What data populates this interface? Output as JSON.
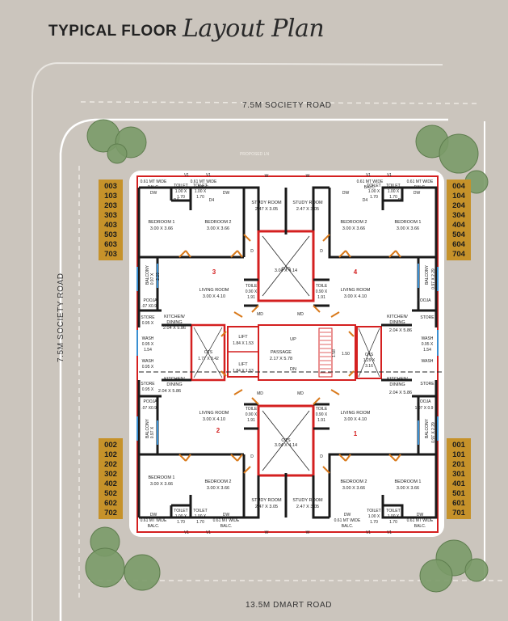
{
  "title": {
    "main": "TYPICAL FLOOR",
    "script": "Layout Plan"
  },
  "roads": {
    "top": "7.5M SOCIETY ROAD",
    "left": "7.5M SOCIETY ROAD",
    "bottom": "13.5M DMART ROAD"
  },
  "units_left_top": [
    "003",
    "103",
    "203",
    "303",
    "403",
    "503",
    "603",
    "703"
  ],
  "units_right_top": [
    "004",
    "104",
    "204",
    "304",
    "404",
    "504",
    "604",
    "704"
  ],
  "units_left_bottom": [
    "002",
    "102",
    "202",
    "302",
    "402",
    "502",
    "602",
    "702"
  ],
  "units_right_bottom": [
    "001",
    "101",
    "201",
    "301",
    "401",
    "501",
    "601",
    "701"
  ],
  "flat_numbers": {
    "tl": "3",
    "tr": "4",
    "bl": "2",
    "br": "1"
  },
  "rooms": {
    "balc_name": "0.61 MT WIDE",
    "balc_suffix": "BALC.",
    "toilet_name": "TOILET",
    "toilet_w": "1.00 X",
    "toilet_h": "1.70",
    "dw": "DW",
    "v1": "V1",
    "w": "W",
    "d": "D",
    "d4": "D4",
    "md": "MD",
    "study_name": "STUDY ROOM",
    "study_size": "2.47 X 3.05",
    "bed1_name": "BEDROOM 1",
    "bed1_size": "3.00 X 3.66",
    "bed2_name": "BEDROOM 2",
    "bed2_size": "3.00 X 3.66",
    "living_name": "LIVING ROOM",
    "living_size": "3.00 X 4.10",
    "wc_name": "TOILE",
    "wc_w": "0.90 X",
    "wc_h": "1.91",
    "balcony_name": "BALCONY",
    "balcony_left_size": "0.97 X",
    "balcony_right_size": "0.97 X 2.29",
    "balcony_side_mid": "2.29",
    "pooja_name": "POOJA",
    "pooja_size": ".07 X0.91",
    "pooja_size_r": "1.07 X 0.9",
    "kitchen_name": "KITCHEN/",
    "kitchen_name2": "DINING",
    "kitchen_size": "2.04 X 5.86",
    "store_name": "STORE",
    "store_size": "0.95 X",
    "wash_name": "WASH",
    "wash_size": "0.95 X",
    "wash_h": "1.54",
    "ots_name": "OTS",
    "ots_size": "3.04 X 4.14",
    "ots_left_size": "1.77 X 3.42",
    "ots_right_size": "1.29 X",
    "ots_right_h": "3.16",
    "lift_name": "LIFT",
    "lift_size": "1.84 X 1.53",
    "passage_name": "PASSAGE",
    "passage_size": "2.17 X 5.78",
    "up": "UP",
    "dn": "DN",
    "dim_150": "1.50",
    "dim_158": "1.58",
    "proposed": "PROPOSED LN"
  },
  "colors": {
    "background": "#cbc5bd",
    "gold": "#c6922a",
    "wall": "#1a1a1a",
    "red": "#d42020",
    "door": "#d97a1c",
    "tree": "#7a9a68",
    "tree_stroke": "#5e7d4e"
  }
}
